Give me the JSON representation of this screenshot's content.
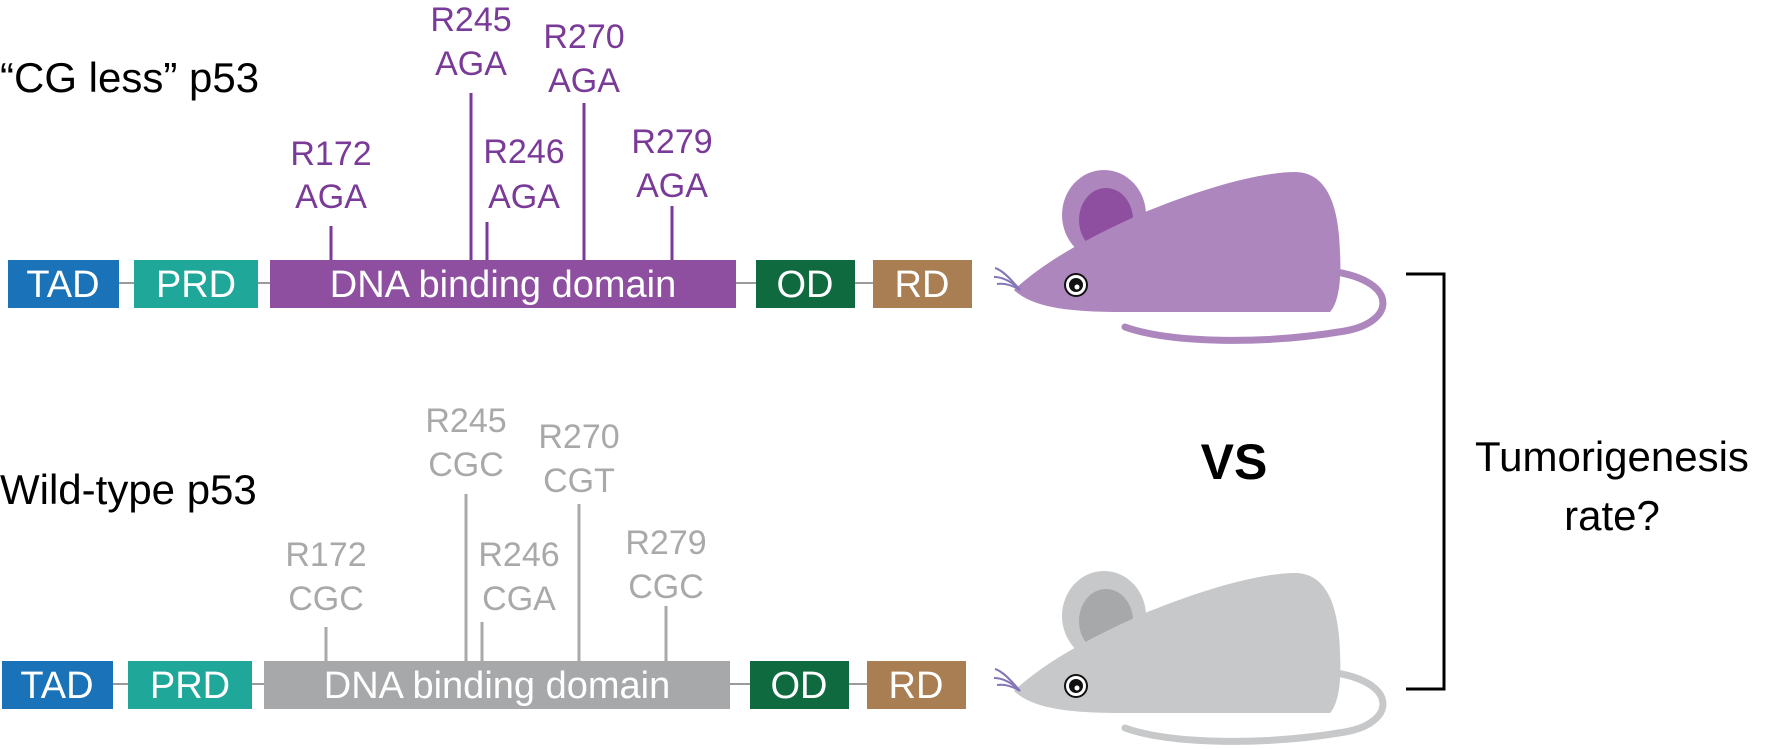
{
  "colors": {
    "tad": "#1a73b8",
    "prd": "#1fa89a",
    "dbd_mut": "#8e4fa0",
    "dbd_wt": "#a7a8aa",
    "od": "#0f6b3f",
    "rd": "#a87e52",
    "site_mut": "#7a3a98",
    "site_wt": "#a9a9a9",
    "mouse_mut": "#ae86be",
    "mouse_wt": "#c7c8c9"
  },
  "domains": {
    "tad": "TAD",
    "prd": "PRD",
    "dbd": "DNA binding domain",
    "od": "OD",
    "rd": "RD"
  },
  "tracks": [
    {
      "label": "“CG less” p53",
      "variant": "mutant",
      "sites": [
        {
          "residue": "R172",
          "codon": "AGA"
        },
        {
          "residue": "R245",
          "codon": "AGA"
        },
        {
          "residue": "R246",
          "codon": "AGA"
        },
        {
          "residue": "R270",
          "codon": "AGA"
        },
        {
          "residue": "R279",
          "codon": "AGA"
        }
      ]
    },
    {
      "label": "Wild-type p53",
      "variant": "wild-type",
      "sites": [
        {
          "residue": "R172",
          "codon": "CGC"
        },
        {
          "residue": "R245",
          "codon": "CGC"
        },
        {
          "residue": "R246",
          "codon": "CGA"
        },
        {
          "residue": "R270",
          "codon": "CGT"
        },
        {
          "residue": "R279",
          "codon": "CGC"
        }
      ]
    }
  ],
  "comparison": {
    "vs": "VS",
    "question_line1": "Tumorigenesis",
    "question_line2": "rate?"
  }
}
